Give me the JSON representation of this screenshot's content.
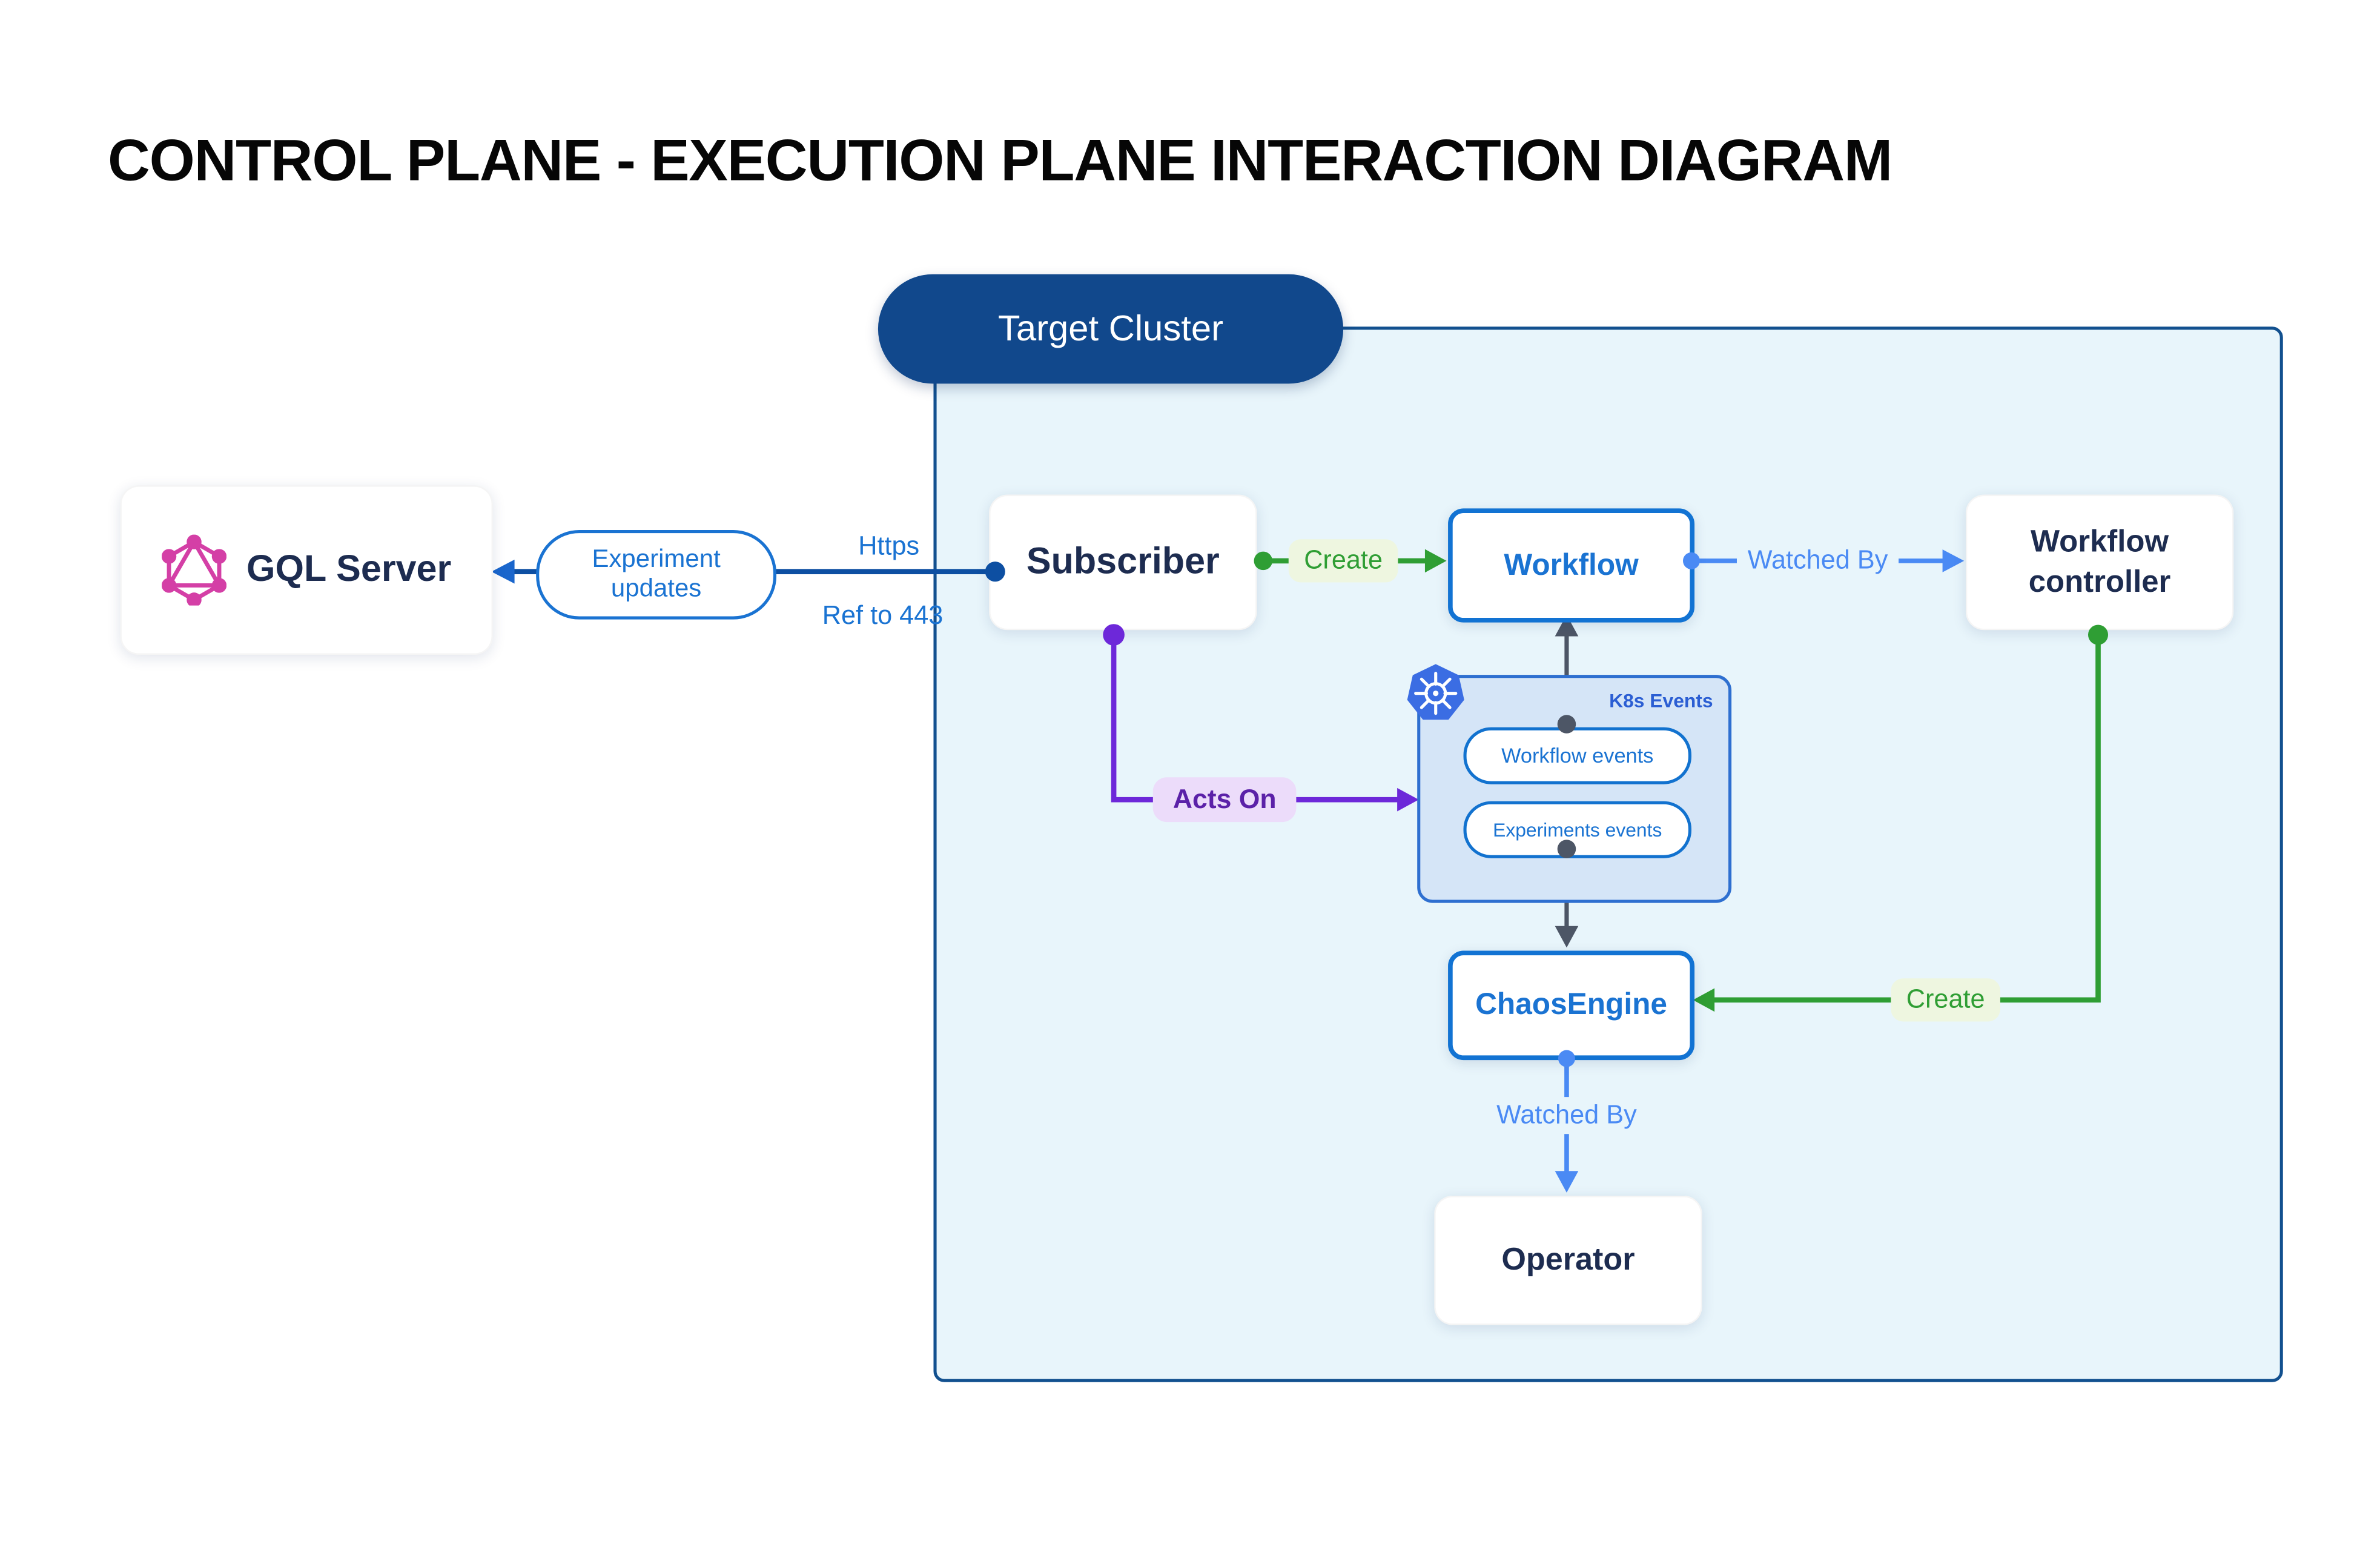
{
  "title": "CONTROL PLANE - EXECUTION PLANE INTERACTION DIAGRAM",
  "cluster": {
    "label": "Target Cluster"
  },
  "nodes": {
    "gql_server": {
      "label": "GQL Server",
      "icon": "graphql-icon"
    },
    "subscriber": {
      "label": "Subscriber"
    },
    "workflow": {
      "label": "Workflow"
    },
    "workflow_controller": {
      "label": "Workflow controller"
    },
    "k8s_events": {
      "label": "K8s Events",
      "icon": "kubernetes-icon",
      "pills": [
        "Workflow events",
        "Experiments events"
      ]
    },
    "chaos_engine": {
      "label": "ChaosEngine"
    },
    "operator": {
      "label": "Operator"
    }
  },
  "edges": {
    "gql_link": {
      "oval_label": "Experiment updates",
      "protocol_label": "Https",
      "port_label": "Ref to 443"
    },
    "subscriber_workflow": {
      "label": "Create"
    },
    "workflow_watched_by": {
      "label": "Watched By"
    },
    "acts_on": {
      "label": "Acts On"
    },
    "controller_create": {
      "label": "Create"
    },
    "chaos_watched_by": {
      "label": "Watched By"
    }
  },
  "colors": {
    "cluster_fill": "#e8f5fb",
    "cluster_border": "#12508f",
    "cluster_pill": "#11488c",
    "navy_text": "#1d2c50",
    "blue_text": "#1a73d2",
    "blue_border": "#1273d3",
    "link_dark_blue": "#0d4fa2",
    "link_light_blue": "#4a8af4",
    "green": "#2f9e34",
    "green_label_bg": "#eef6e0",
    "purple": "#6d28d9",
    "purple_label_bg": "#ecdcfa",
    "slate": "#4d5666",
    "k8s_box_fill": "#d5e5f7",
    "k8s_blue": "#326ce5",
    "graphql_pink": "#d43fa6"
  }
}
